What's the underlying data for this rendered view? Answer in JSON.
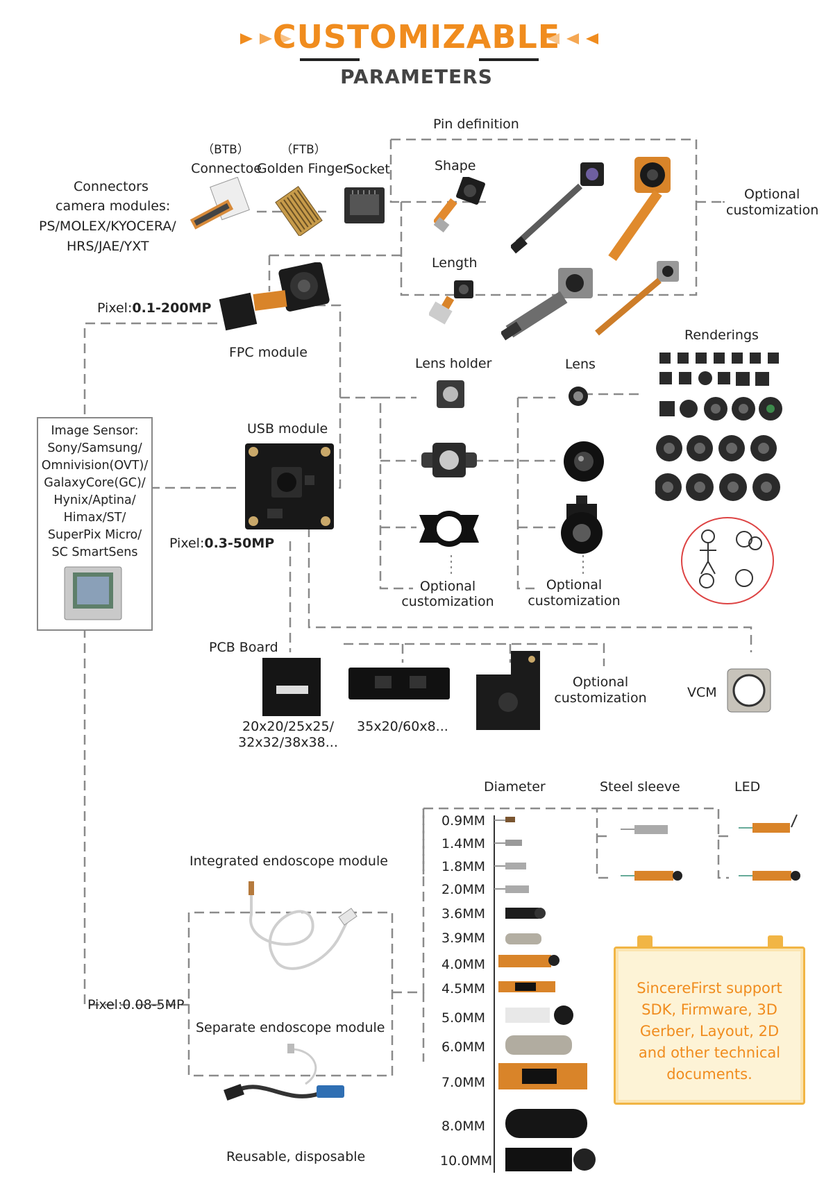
{
  "header": {
    "title": "CUSTOMIZABLE",
    "subtitle": "PARAMETERS"
  },
  "connectors": {
    "btb_tag": "（BTB）",
    "btb_label": "Connectoe",
    "ftb_tag": "（FTB）",
    "ftb_label": "Golden Finger",
    "socket_label": "Socket",
    "lines": [
      "Connectors",
      "camera modules:",
      "PS/MOLEX/KYOCERA/",
      "HRS/JAE/YXT"
    ]
  },
  "fpc": {
    "pin_definition": "Pin definition",
    "shape": "Shape",
    "length": "Length",
    "optional": [
      "Optional",
      "customization"
    ],
    "pixel_label": "Pixel:",
    "pixel_value": "0.1-200MP",
    "module_label": "FPC module"
  },
  "usb": {
    "module_label": "USB module",
    "pixel_label": "Pixel:",
    "pixel_value": "0.3-50MP"
  },
  "lens": {
    "holder_label": "Lens holder",
    "lens_label": "Lens",
    "renderings_label": "Renderings",
    "holder_optional": [
      "Optional",
      "customization"
    ],
    "lens_optional": [
      "Optional",
      "customization"
    ]
  },
  "image_sensor": {
    "lines": [
      "Image Sensor:",
      "Sony/Samsung/",
      "Omnivision(OVT)/",
      "GalaxyCore(GC)/",
      "Hynix/Aptina/",
      "Himax/ST/",
      "SuperPix Micro/",
      "SC SmartSens"
    ]
  },
  "pcb": {
    "label": "PCB Board",
    "size1": [
      "20x20/25x25/",
      "32x32/38x38..."
    ],
    "size2": "35x20/60x8...",
    "optional": [
      "Optional",
      "customization"
    ],
    "vcm": "VCM"
  },
  "endoscope": {
    "diameter_label": "Diameter",
    "steel_label": "Steel sleeve",
    "led_label": "LED",
    "diameters": [
      "0.9MM",
      "1.4MM",
      "1.8MM",
      "2.0MM",
      "3.6MM",
      "3.9MM",
      "4.0MM",
      "4.5MM",
      "5.0MM",
      "6.0MM",
      "7.0MM",
      "8.0MM",
      "10.0MM"
    ],
    "integrated_label": "Integrated endoscope module",
    "separate_label": "Separate endoscope module",
    "pixel_label": "Pixel:0.08-5MP",
    "reusable_label": "Reusable, disposable"
  },
  "support": {
    "text": "SincereFirst support SDK, Firmware, 3D Gerber, Layout, 2D and other technical documents."
  },
  "colors": {
    "accent": "#f08c1e",
    "dash": "#8a8a8a",
    "box_fill": "#fdf3d6"
  }
}
